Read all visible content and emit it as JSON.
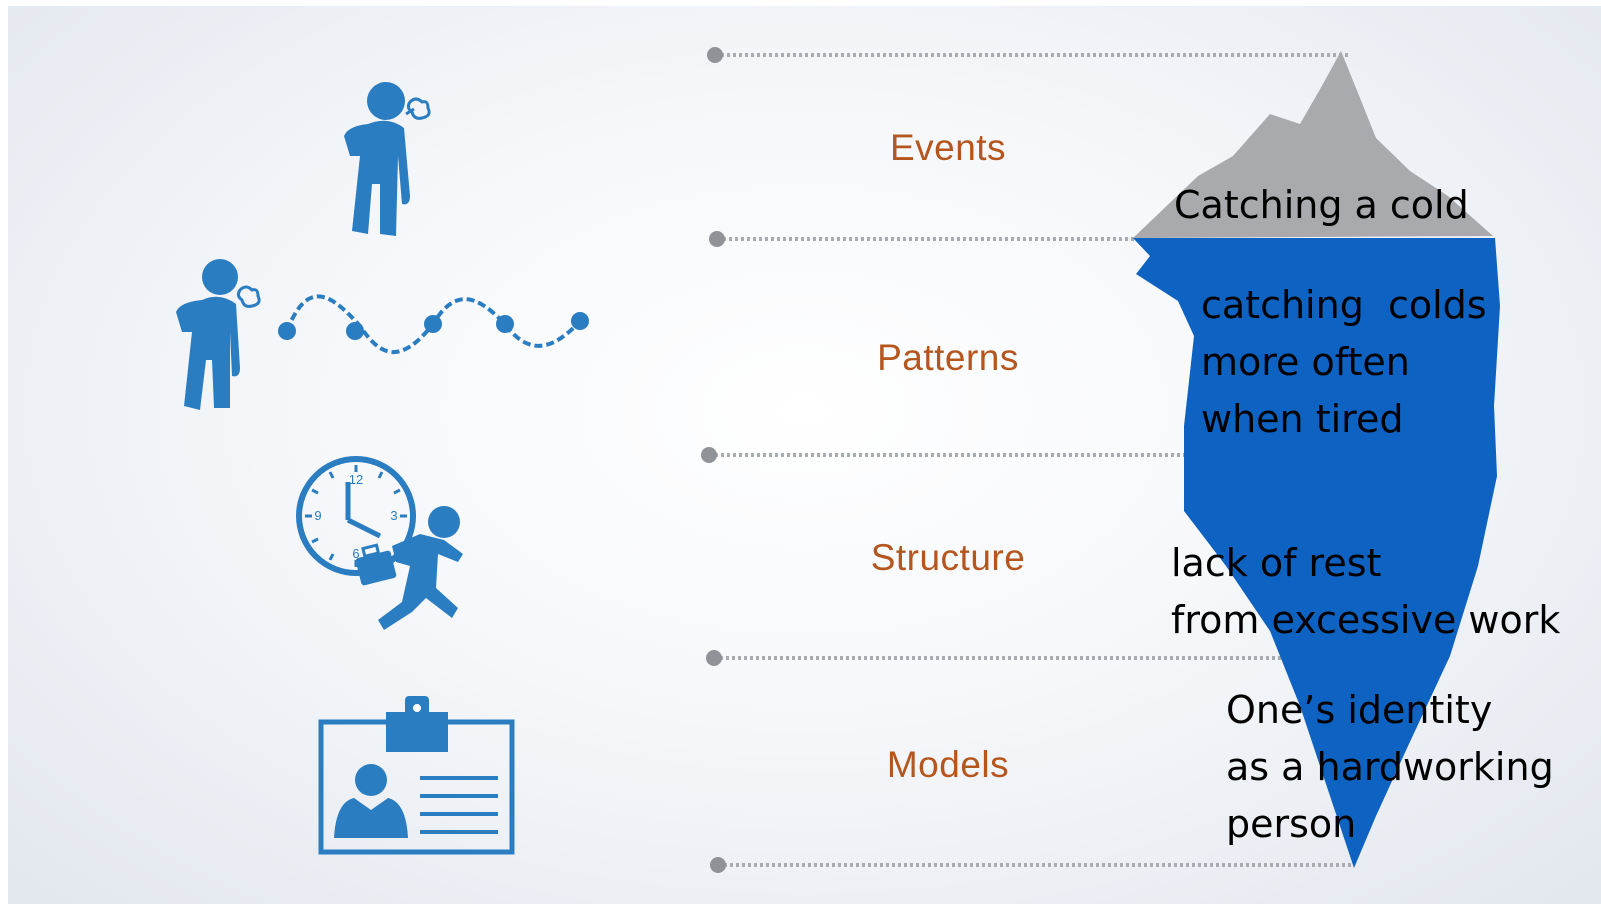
{
  "layers": [
    {
      "label": "Events"
    },
    {
      "label": "Patterns"
    },
    {
      "label": "Structure"
    },
    {
      "label": "Models"
    }
  ],
  "annotations": {
    "events": "Catching a cold",
    "patterns": [
      "catching  colds",
      "more often",
      "when tired"
    ],
    "structure": [
      "lack of rest",
      "from excessive work"
    ],
    "models": [
      "One’s identity",
      "as a hardworking",
      "person"
    ]
  },
  "icons": [
    "sneezing-person-icon",
    "recurring-pattern-icon",
    "clock-rushing-worker-icon",
    "id-badge-icon"
  ],
  "colors": {
    "iceberg_tip": "#a9aaad",
    "iceberg_underwater": "#0e62c1",
    "icon_blue": "#2b7dc1",
    "label": "#b5561e",
    "guide_line": "#a8abb0"
  }
}
